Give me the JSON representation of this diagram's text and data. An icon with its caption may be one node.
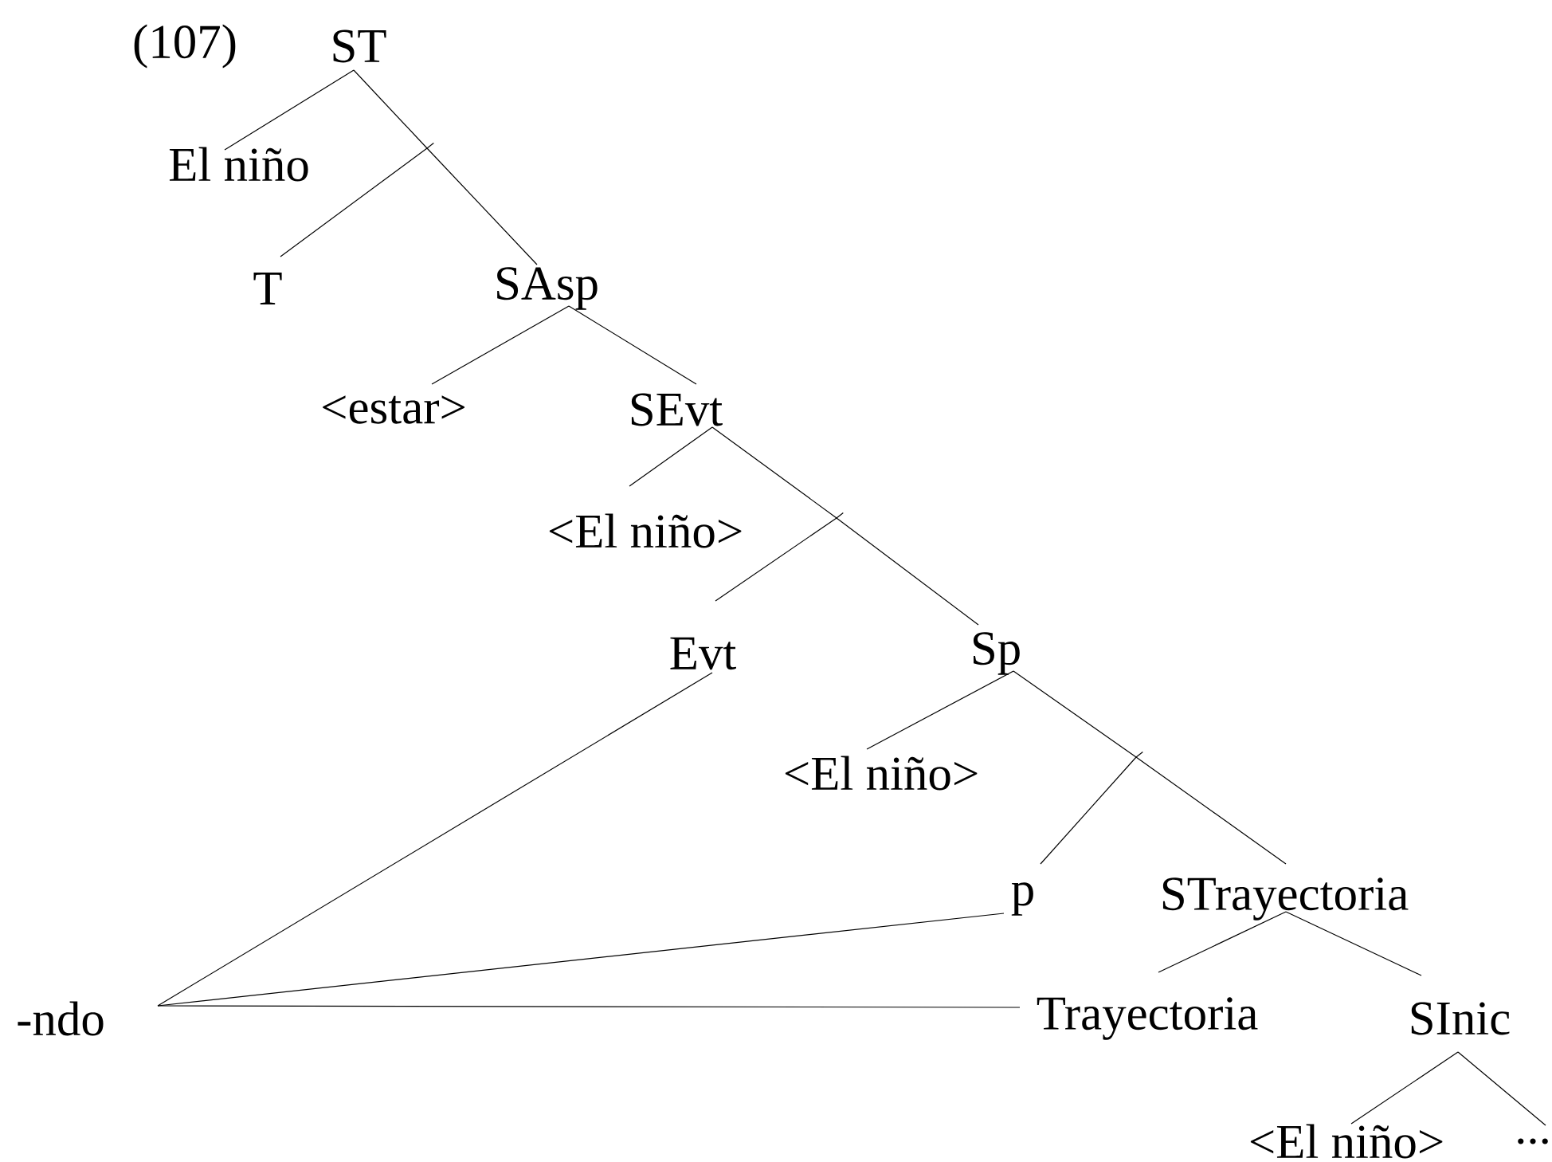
{
  "diagram": {
    "nodes": [
      {
        "text": [
          "ST"
        ]
      },
      {
        "text": [
          "El niño"
        ]
      },
      {
        "text": [],
        "shape": "point"
      },
      {
        "text": [
          "T"
        ]
      },
      {
        "text": [
          "SAsp"
        ]
      },
      {
        "text": [
          "<estar>"
        ]
      },
      {
        "text": [
          "SEvt"
        ]
      },
      {
        "text": [
          "<El niño>"
        ]
      },
      {
        "text": [],
        "shape": "point"
      },
      {
        "text": [
          "Evt"
        ]
      },
      {
        "text": [
          "Sp"
        ]
      },
      {
        "text": [
          "<El niño>"
        ]
      },
      {
        "text": [],
        "shape": "point"
      },
      {
        "text": [
          "p"
        ]
      },
      {
        "text": [
          "STrayectoria"
        ]
      },
      {
        "text": [
          "Trayectoria"
        ]
      },
      {
        "text": [
          "SInic"
        ]
      },
      {
        "text": [
          "<El niño>"
        ]
      },
      {
        "text": [
          "..."
        ]
      },
      {
        "text": [
          "-ndo"
        ]
      }
    ],
    "edges": [
      {
        "from": 0,
        "to": 1,
        "arrow": "none"
      },
      {
        "from": 0,
        "to": 2,
        "arrow": "none"
      },
      {
        "from": 2,
        "to": 3,
        "arrow": "none"
      },
      {
        "from": 2,
        "to": 4,
        "arrow": "none"
      },
      {
        "from": 4,
        "to": 5,
        "arrow": "none"
      },
      {
        "from": 4,
        "to": 6,
        "arrow": "none"
      },
      {
        "from": 6,
        "to": 7,
        "arrow": "none"
      },
      {
        "from": 6,
        "to": 8,
        "arrow": "none"
      },
      {
        "from": 8,
        "to": 9,
        "arrow": "none"
      },
      {
        "from": 8,
        "to": 10,
        "arrow": "none"
      },
      {
        "from": 10,
        "to": 11,
        "arrow": "none"
      },
      {
        "from": 10,
        "to": 12,
        "arrow": "none"
      },
      {
        "from": 12,
        "to": 13,
        "arrow": "none"
      },
      {
        "from": 12,
        "to": 14,
        "arrow": "none"
      },
      {
        "from": 14,
        "to": 15,
        "arrow": "none"
      },
      {
        "from": 14,
        "to": 16,
        "arrow": "none"
      },
      {
        "from": 16,
        "to": 17,
        "arrow": "none"
      },
      {
        "from": 16,
        "to": 18,
        "arrow": "none"
      },
      {
        "from": 19,
        "to": 9,
        "arrow": "none"
      },
      {
        "from": 19,
        "to": 13,
        "arrow": "none"
      },
      {
        "from": 19,
        "to": 15,
        "arrow": "none"
      }
    ],
    "labels": [
      "(107)"
    ]
  }
}
